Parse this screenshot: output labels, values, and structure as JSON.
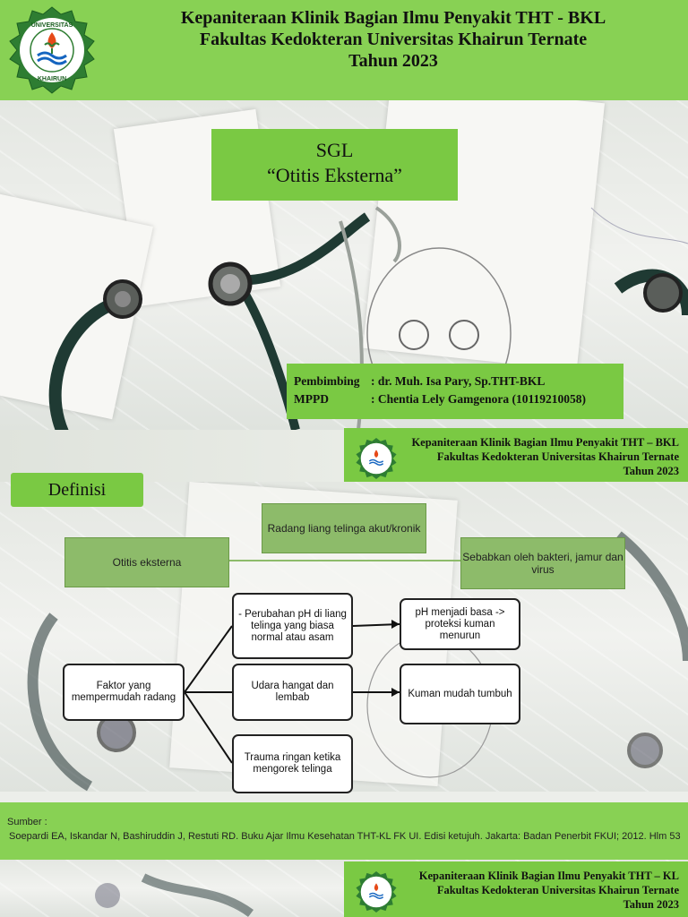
{
  "header": {
    "line1": "Kepaniteraan Klinik Bagian Ilmu Penyakit THT - BKL",
    "line2": "Fakultas Kedokteran Universitas Khairun Ternate",
    "line3": "Tahun 2023",
    "logo_top": "UNIVERSITAS",
    "logo_bottom": "KHAIRUN"
  },
  "slide1": {
    "sgl": "SGL",
    "topic": "“Otitis Eksterna”",
    "pembimbing_label": "Pembimbing",
    "pembimbing_value": ": dr. Muh. Isa Pary, Sp.THT-BKL",
    "mppd_label": "MPPD",
    "mppd_value": ": Chentia Lely Gamgenora (10119210058)"
  },
  "header2": {
    "line1": "Kepaniteraan Klinik Bagian Ilmu Penyakit THT – BKL",
    "line2": "Fakultas Kedokteran Universitas Khairun Ternate",
    "line3": "Tahun 2023"
  },
  "slide2": {
    "section": "Definisi",
    "otitis": "Otitis eksterna",
    "radang": "Radang liang telinga akut/kronik",
    "sebab": "Sebabkan oleh bakteri, jamur dan virus",
    "faktor": "Faktor yang mempermudah radang",
    "ph_change": "- Perubahan pH di liang telinga yang biasa normal atau asam",
    "udara": "Udara hangat dan lembab",
    "trauma": "Trauma ringan ketika mengorek telinga",
    "ph_basa": "pH menjadi basa -> proteksi kuman menurun",
    "kuman": "Kuman mudah tumbuh"
  },
  "source": {
    "label": "Sumber :",
    "text": "Soepardi EA, Iskandar N, Bashiruddin J, Restuti RD. Buku Ajar Ilmu Kesehatan THT-KL FK UI. Edisi ketujuh. Jakarta: Badan Penerbit FKUI; 2012. Hlm 53"
  },
  "header3": {
    "line1": "Kepaniteraan Klinik Bagian Ilmu Penyakit THT – KL",
    "line2": "Fakultas Kedokteran Universitas Khairun Ternate",
    "line3": "Tahun 2023"
  },
  "colors": {
    "header_green": "#88d154",
    "box_green": "#7ac943",
    "muted_green": "#8dbb6a"
  }
}
